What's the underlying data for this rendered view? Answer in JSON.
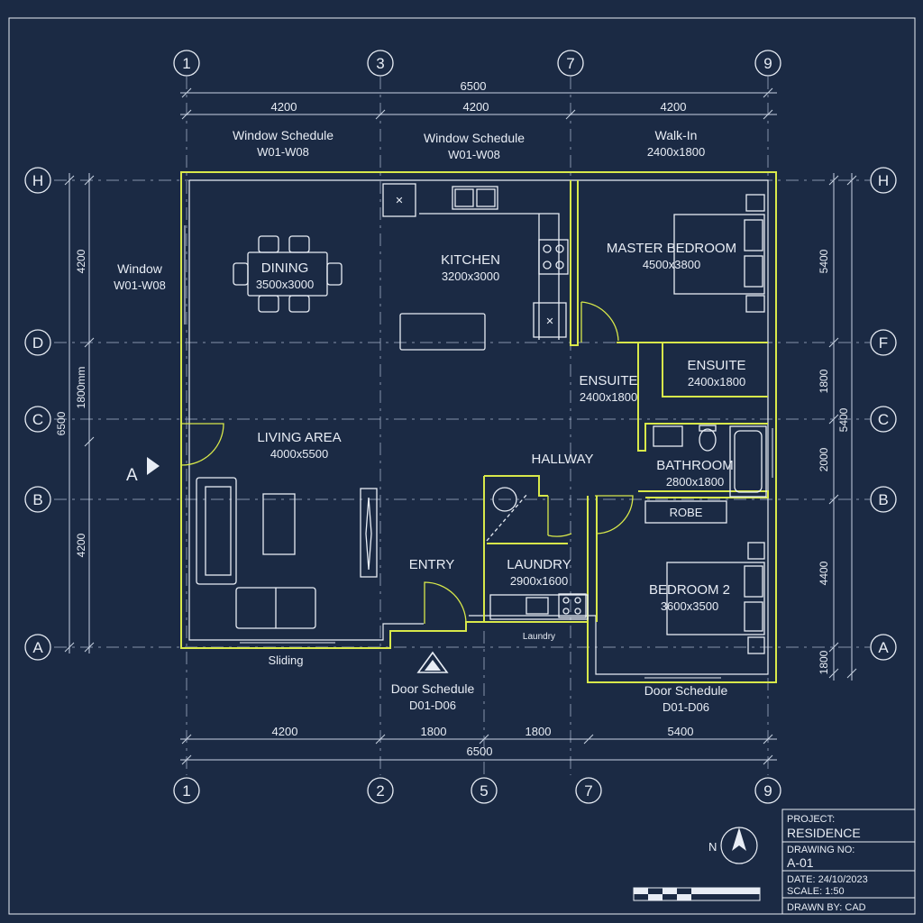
{
  "grid_top": [
    "1",
    "3",
    "7",
    "9"
  ],
  "grid_bottom": [
    "1",
    "2",
    "5",
    "7",
    "9"
  ],
  "grid_left": [
    "H",
    "D",
    "C",
    "B",
    "A"
  ],
  "grid_right": [
    "H",
    "F",
    "C",
    "B",
    "A"
  ],
  "dims_top": {
    "overall": "6500",
    "a": "4200",
    "b": "4200",
    "c": "4200"
  },
  "dims_bottom": {
    "a": "4200",
    "b": "1800",
    "c": "1800",
    "d": "5400",
    "overall": "6500"
  },
  "dims_left": {
    "a": "4200",
    "b": "1800mm",
    "c": "6500",
    "d": "4200"
  },
  "dims_right": {
    "a": "5400",
    "b": "1800",
    "c": "2000",
    "d": "5400",
    "e": "4400",
    "f": "1800"
  },
  "notes": {
    "ws1_title": "Window Schedule",
    "ws1_code": "W01-W08",
    "ws2_title": "Window Schedule",
    "ws2_code": "W01-W08",
    "walkin_title": "Walk-In",
    "walkin_size": "2400x1800",
    "win_left_title": "Window",
    "win_left_code": "W01-W08",
    "ds1_title": "Door Schedule",
    "ds1_code": "D01-D06",
    "ds2_title": "Door Schedule",
    "ds2_code": "D01-D06",
    "sliding": "Sliding",
    "laundry_small": "Laundry",
    "section_marker": "A"
  },
  "rooms": {
    "dining": {
      "name": "DINING",
      "size": "3500x3000"
    },
    "kitchen": {
      "name": "KITCHEN",
      "size": "3200x3000"
    },
    "master": {
      "name": "MASTER BEDROOM",
      "size": "4500x3800"
    },
    "ensuite_a": {
      "name": "ENSUITE",
      "size": "2400x1800"
    },
    "ensuite_b": {
      "name": "ENSUITE",
      "size": "2400x1800"
    },
    "living": {
      "name": "LIVING AREA",
      "size": "4000x5500"
    },
    "hallway": {
      "name": "HALLWAY"
    },
    "bathroom": {
      "name": "BATHROOM",
      "size": "2800x1800"
    },
    "robe": {
      "name": "ROBE"
    },
    "entry": {
      "name": "ENTRY"
    },
    "laundry": {
      "name": "LAUNDRY",
      "size": "2900x1600"
    },
    "bedroom2": {
      "name": "BEDROOM 2",
      "size": "3600x3500"
    }
  },
  "title_block": {
    "project_label": "PROJECT:",
    "project": "RESIDENCE",
    "drawing_no_label": "DRAWING NO:",
    "drawing_no": "A-01",
    "date": "DATE: 24/10/2023",
    "scale": "SCALE: 1:50",
    "drawn_by": "DRAWN BY: CAD"
  },
  "north_label": "N",
  "colors": {
    "background": "#1b2a44",
    "walls": "#d8e84a",
    "linework": "#e8edf5"
  }
}
